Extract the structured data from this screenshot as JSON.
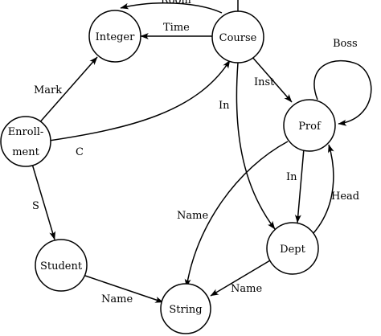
{
  "nodes": {
    "integer": "Integer",
    "course": "Course",
    "enrollment_line1": "Enroll-",
    "enrollment_line2": "ment",
    "prof": "Prof",
    "dept": "Dept",
    "student": "Student",
    "string": "String"
  },
  "edges": {
    "room": "Room",
    "time": "Time",
    "boss": "Boss",
    "mark": "Mark",
    "inst": "Inst",
    "course_in": "In",
    "c": "C",
    "prof_in": "In",
    "head": "Head",
    "s": "S",
    "prof_name": "Name",
    "dept_name": "Name",
    "student_name": "Name"
  },
  "colors": {
    "stroke": "#000000",
    "background": "#ffffff"
  }
}
